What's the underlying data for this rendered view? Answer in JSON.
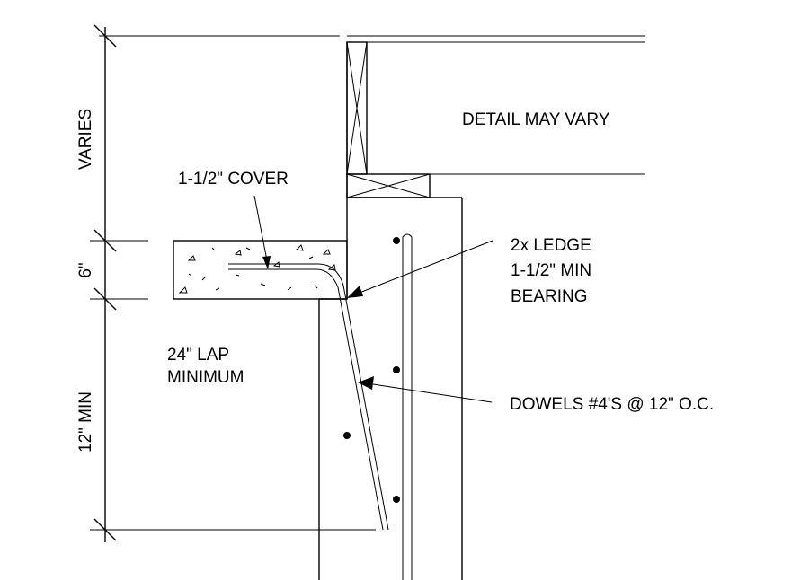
{
  "labels": {
    "detail_may_vary": "DETAIL MAY VARY",
    "cover": "1-1/2\" COVER",
    "ledge_line1": "2x LEDGE",
    "ledge_line2": "1-1/2\" MIN",
    "ledge_line3": "BEARING",
    "lap_line1": "24\" LAP",
    "lap_line2": "MINIMUM",
    "dowels": "DOWELS #4'S @ 12\" O.C."
  },
  "dimensions": {
    "top": "VARIES",
    "slab": "6\"",
    "bottom": "12\" MIN"
  },
  "colors": {
    "ink": "#000000",
    "background": "#ffffff"
  }
}
